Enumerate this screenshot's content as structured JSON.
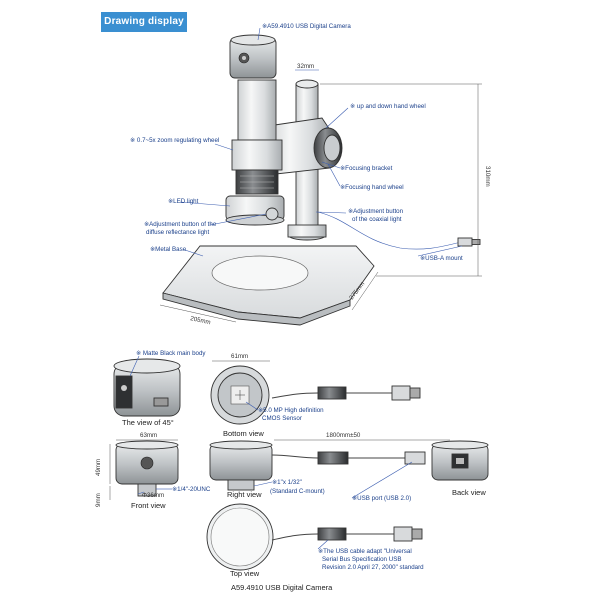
{
  "header": {
    "title": "Drawing display"
  },
  "top_labels": {
    "camera": "※A59.4910 USB Digital Camera",
    "dim_32": "32mm",
    "hand_wheel": "※ up and down hand wheel",
    "zoom_wheel": "※ 0.7~5x  zoom regulating wheel",
    "focusing_bracket": "※Focusing bracket",
    "focusing_hand_wheel": "※Focusing hand wheel",
    "led_light": "※LED light",
    "adj_diffuse_1": "※Adjustment button of the",
    "adj_diffuse_2": "diffuse reflectance light",
    "adj_coaxial_1": "※Adjustment button",
    "adj_coaxial_2": "of the coaxial light",
    "metal_base": "※Metal Base",
    "usb_a_mount": "※USB-A mount",
    "dim_310": "310mm",
    "dim_275": "275mm",
    "dim_205": "205mm"
  },
  "bottom_labels": {
    "matte_body": "※ Matte Black main body",
    "dim_61": "61mm",
    "view_45": "The view of 45°",
    "bottom_view": "Bottom view",
    "sensor_1": "※5.0 MP High definition",
    "sensor_2": "CMOS Sensor",
    "dim_63": "63mm",
    "dim_1800": "1800mm±50",
    "dim_49": "49mm",
    "dim_36": "Φ36mm",
    "thread": "※1/4\"-20UNC",
    "dim_9": "9mm",
    "front_view": "Front view",
    "right_view": "Right view",
    "mount_1": "※1\"x 1/32\"",
    "mount_2": "(Standard C-mount)",
    "back_view": "Back view",
    "usb_port": "※USB port  (USB 2.0)",
    "cable_1": "※The USB cable adapt \"Universal",
    "cable_2": "Serial Bus Specification USB",
    "cable_3": "Revision 2.0 April 27, 2000\" standard",
    "top_view": "Top view",
    "footer": "A59.4910 USB Digital Camera"
  }
}
